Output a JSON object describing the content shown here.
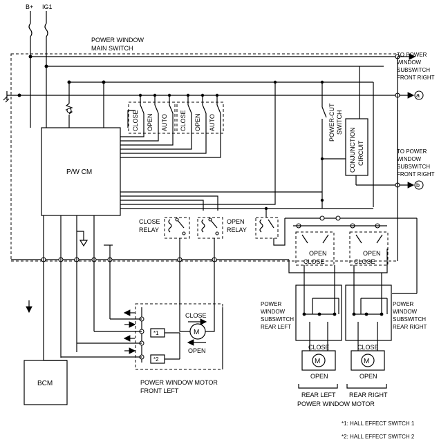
{
  "supply": {
    "b_plus": "B+",
    "ig1": "IG1"
  },
  "main_switch": {
    "title_line1": "POWER WINDOW",
    "title_line2": "MAIN SWITCH"
  },
  "to_front_right_a": {
    "l1": "TO POWER",
    "l2": "WINDOW",
    "l3": "SUBSWITCH",
    "l4": "FRONT RIGHT",
    "terminal": "a"
  },
  "to_front_right_b": {
    "l1": "TO POWER",
    "l2": "WINDOW",
    "l3": "SUBSWITCH",
    "l4": "FRONT RIGHT",
    "terminal": "b"
  },
  "switch_labels": {
    "close": "CLOSE",
    "open": "OPEN",
    "auto": "AUTO"
  },
  "power_cut": {
    "l1": "POWER-CUT",
    "l2": "SWITCH"
  },
  "conjunction": {
    "l1": "CONJUNCTION",
    "l2": "CIRCUIT"
  },
  "pwcm": "P/W CM",
  "relays": {
    "close_l1": "CLOSE",
    "close_l2": "RELAY",
    "open_l1": "OPEN",
    "open_l2": "RELAY"
  },
  "rear_left_switch": {
    "l1": "POWER",
    "l2": "WINDOW",
    "l3": "SUBSWITCH",
    "l4": "REAR LEFT"
  },
  "rear_right_switch": {
    "l1": "POWER",
    "l2": "WINDOW",
    "l3": "SUBSWITCH",
    "l4": "REAR RIGHT"
  },
  "bcm": "BCM",
  "motor_front_left": {
    "close": "CLOSE",
    "open": "OPEN",
    "m": "M",
    "hall1": "*1",
    "hall2": "*2",
    "l1": "POWER WINDOW MOTOR",
    "l2": "FRONT LEFT"
  },
  "rear_motors": {
    "close": "CLOSE",
    "open": "OPEN",
    "m": "M",
    "rear_left": "REAR LEFT",
    "rear_right": "REAR RIGHT",
    "title": "POWER WINDOW MOTOR"
  },
  "footnotes": {
    "n1": "*1: HALL EFFECT SWITCH 1",
    "n2": "*2: HALL EFFECT SWITCH 2"
  }
}
